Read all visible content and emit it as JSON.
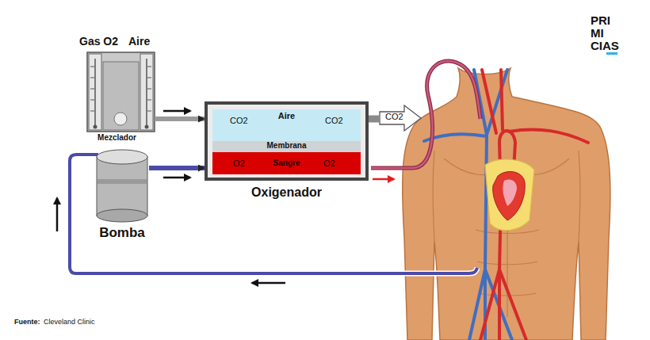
{
  "diagram": {
    "nodes": [
      {
        "text": [
          "Gas O2",
          "Aire",
          "Mezclador"
        ]
      },
      {
        "text": [
          "Oxigenador"
        ]
      },
      {
        "text": [
          "CO2",
          "Aire",
          "CO2"
        ],
        "in": 1
      },
      {
        "text": [
          "Membrana"
        ],
        "in": 1
      },
      {
        "text": [
          "O2",
          "Sangre",
          "O2"
        ],
        "in": 1
      },
      {
        "text": [
          "CO2"
        ]
      },
      {
        "text": [
          "Bomba"
        ]
      }
    ],
    "edges": [
      {
        "from": 0,
        "to": 1,
        "arrow": "to"
      },
      {
        "from": 6,
        "to": 1,
        "arrow": "to"
      },
      {
        "from": 1,
        "to": 5,
        "arrow": "none"
      }
    ],
    "labels": [
      "PRI MI CIAS",
      "Fuente:",
      "Cleveland Clinic"
    ]
  }
}
